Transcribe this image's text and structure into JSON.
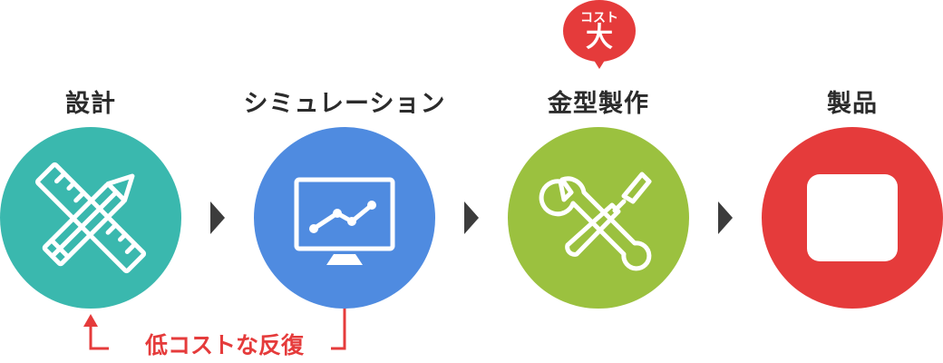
{
  "steps": [
    {
      "label": "設計",
      "color": "#3ab8ae",
      "icon": "ruler-pencil-icon"
    },
    {
      "label": "シミュレーション",
      "color": "#4f8be0",
      "icon": "monitor-chart-icon"
    },
    {
      "label": "金型製作",
      "color": "#9bc13f",
      "icon": "wrench-screwdriver-icon"
    },
    {
      "label": "製品",
      "color": "#e53b3b",
      "icon": "square-icon"
    }
  ],
  "arrow_color": "#3c3c3c",
  "badge": {
    "top": "コスト",
    "main": "大",
    "color": "#e53b3b"
  },
  "loop": {
    "text": "低コストな反復",
    "color": "#e53b3b"
  }
}
